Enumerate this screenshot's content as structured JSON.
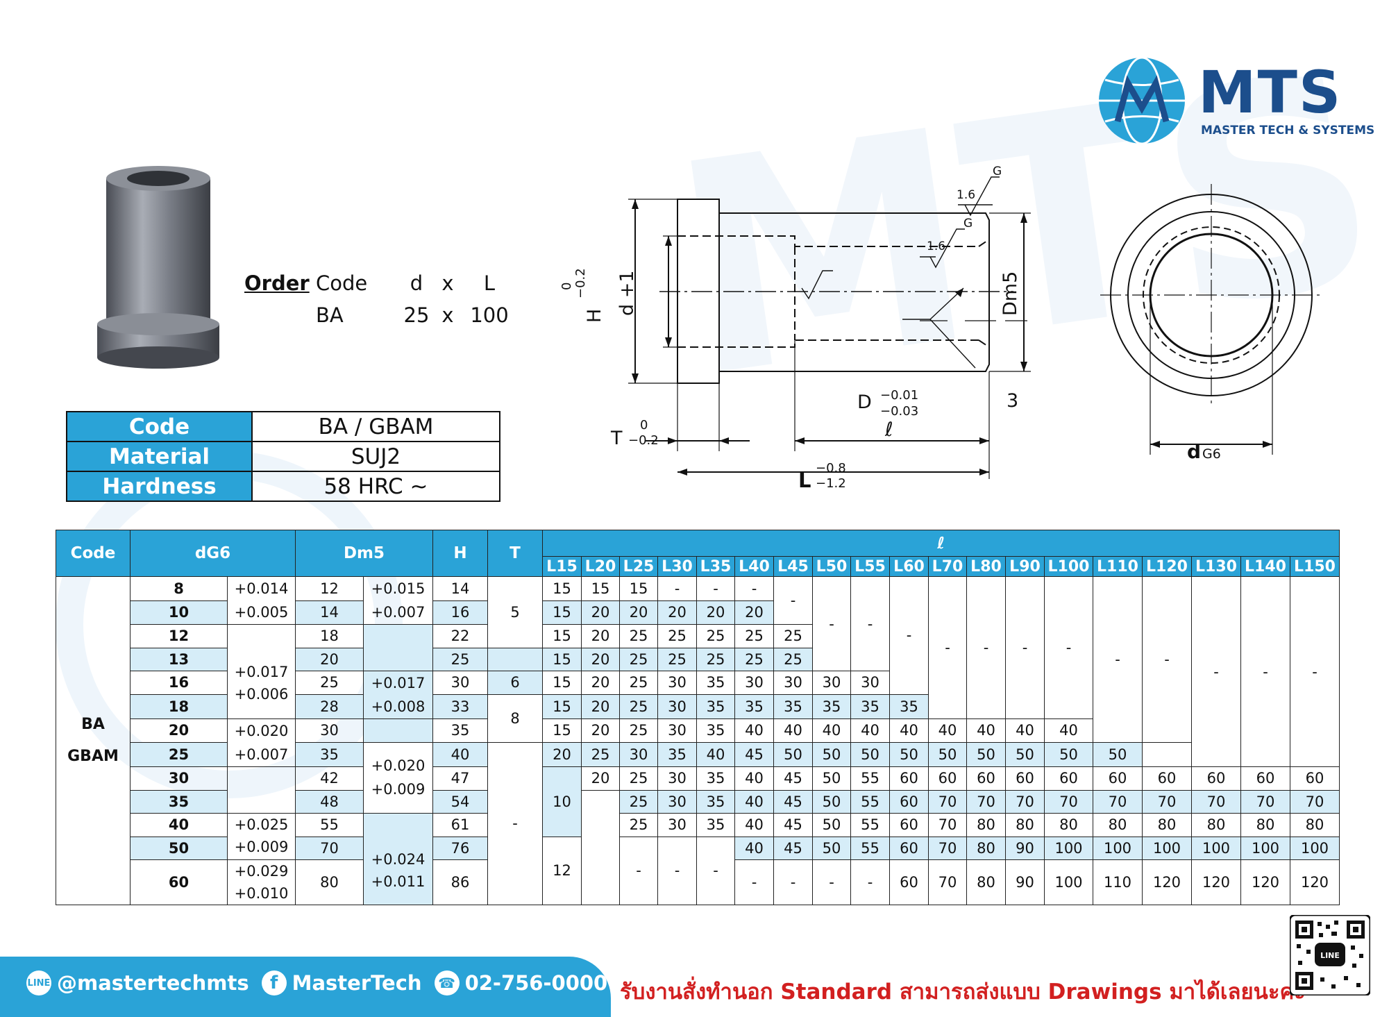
{
  "brand": {
    "name": "MTS",
    "tagline": "MASTER TECH & SYSTEMS",
    "color": "#1c4e8c",
    "accent": "#2aa3d7",
    "logo_icon": "globe-icon"
  },
  "order": {
    "label": "Order",
    "cols": [
      "Code",
      "d",
      "x",
      "L"
    ],
    "vals": [
      "BA",
      "25",
      "x",
      "100"
    ]
  },
  "spec": [
    {
      "key": "Code",
      "value": "BA / GBAM"
    },
    {
      "key": "Material",
      "value": "SUJ2"
    },
    {
      "key": "Hardness",
      "value": "58 HRC ~"
    }
  ],
  "drawing": {
    "h_label": "H",
    "h_tol_up": "0",
    "h_tol_dn": "−0.2",
    "d1_label": "d +1",
    "dm5_label": "Dm5",
    "rough1": "1.6",
    "rough2": "1.6",
    "g1": "G",
    "g2": "G",
    "d_label": "D",
    "d_tol_up": "−0.01",
    "d_tol_dn": "−0.03",
    "chamfer": "3",
    "t_label": "T",
    "t_tol_up": "0",
    "t_tol_dn": "−0.2",
    "ell_label": "ℓ",
    "l_label": "L",
    "l_tol_up": "−0.8",
    "l_tol_dn": "−1.2",
    "dg6_main": "d",
    "dg6_sub": "G6"
  },
  "table": {
    "headers": {
      "code": "Code",
      "dg6": "dG6",
      "dm5": "Dm5",
      "h": "H",
      "t": "T",
      "ell": "ℓ"
    },
    "lcols": [
      "L15",
      "L20",
      "L25",
      "L30",
      "L35",
      "L40",
      "L45",
      "L50",
      "L55",
      "L60",
      "L70",
      "L80",
      "L90",
      "L100",
      "L110",
      "L120",
      "L130",
      "L140",
      "L150"
    ],
    "code1": "BA",
    "code2": "GBAM",
    "d": [
      "8",
      "10",
      "12",
      "13",
      "16",
      "18",
      "20",
      "25",
      "30",
      "35",
      "40",
      "50",
      "60"
    ],
    "dtol": [
      "+0.014",
      "+0.005",
      "+0.017",
      "+0.006",
      "+0.020",
      "+0.007",
      "+0.025",
      "+0.009",
      "+0.029",
      "+0.010"
    ],
    "D": [
      "12",
      "14",
      "18",
      "20",
      "25",
      "28",
      "30",
      "35",
      "42",
      "48",
      "55",
      "70",
      "80"
    ],
    "Dtol": [
      "+0.015",
      "+0.007",
      "+0.017",
      "+0.008",
      "+0.020",
      "+0.009",
      "+0.024",
      "+0.011"
    ],
    "H": [
      "14",
      "16",
      "22",
      "25",
      "30",
      "33",
      "35",
      "40",
      "47",
      "54",
      "61",
      "76",
      "86"
    ],
    "T": [
      "5",
      "6",
      "8",
      "10",
      "12"
    ],
    "dash": "-",
    "r0": [
      "15",
      "15",
      "15",
      "-",
      "-",
      "-"
    ],
    "r1": [
      "15",
      "20",
      "20",
      "20",
      "20",
      "20"
    ],
    "r2": [
      "15",
      "20",
      "25",
      "25",
      "25",
      "25",
      "25"
    ],
    "r3": [
      "15",
      "20",
      "25",
      "25",
      "25",
      "25",
      "25"
    ],
    "r4": [
      "15",
      "20",
      "25",
      "30",
      "35",
      "30",
      "30",
      "30",
      "30"
    ],
    "r5": [
      "15",
      "20",
      "25",
      "30",
      "35",
      "35",
      "35",
      "35",
      "35",
      "35"
    ],
    "r6": [
      "15",
      "20",
      "25",
      "30",
      "35",
      "40",
      "40",
      "40",
      "40",
      "40",
      "40",
      "40",
      "40",
      "40"
    ],
    "r7": [
      "20",
      "25",
      "30",
      "35",
      "40",
      "45",
      "50",
      "50",
      "50",
      "50",
      "50",
      "50",
      "50",
      "50",
      "50"
    ],
    "r8": [
      "20",
      "25",
      "30",
      "35",
      "40",
      "45",
      "50",
      "55",
      "60",
      "60",
      "60",
      "60",
      "60",
      "60",
      "60",
      "60",
      "60",
      "60"
    ],
    "r9": [
      "25",
      "30",
      "35",
      "40",
      "45",
      "50",
      "55",
      "60",
      "70",
      "70",
      "70",
      "70",
      "70",
      "70",
      "70",
      "70",
      "70"
    ],
    "r10": [
      "25",
      "30",
      "35",
      "40",
      "45",
      "50",
      "55",
      "60",
      "70",
      "80",
      "80",
      "80",
      "80",
      "80",
      "80",
      "80",
      "80"
    ],
    "r11": [
      "40",
      "45",
      "50",
      "55",
      "60",
      "70",
      "80",
      "90",
      "100",
      "100",
      "100",
      "100",
      "100",
      "100"
    ],
    "r12": [
      "60",
      "70",
      "80",
      "90",
      "100",
      "110",
      "120",
      "120",
      "120",
      "120"
    ]
  },
  "footer": {
    "line_id": "@mastertechmts",
    "fb": "MasterTech",
    "phone": "02-756-0000",
    "line_icon_text": "LINE",
    "message": "รับงานสั่งทำนอก Standard สามารถส่งแบบ Drawings มาได้เลยนะคะ",
    "qr_label": "LINE"
  }
}
